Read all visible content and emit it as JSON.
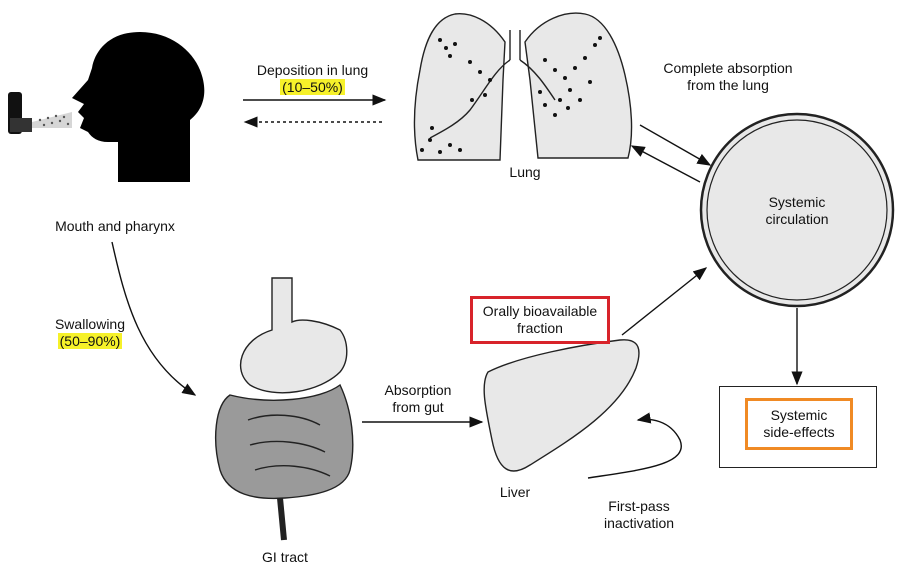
{
  "labels": {
    "mouth": "Mouth and pharynx",
    "deposition": "Deposition in lung",
    "deposition_pct": "(10–50%)",
    "lung": "Lung",
    "complete_absorption_1": "Complete absorption",
    "complete_absorption_2": "from the lung",
    "systemic_circulation_1": "Systemic",
    "systemic_circulation_2": "circulation",
    "swallowing": "Swallowing",
    "swallowing_pct": "(50–90%)",
    "oral_fraction_1": "Orally bioavailable",
    "oral_fraction_2": "fraction",
    "absorption_gut_1": "Absorption",
    "absorption_gut_2": "from gut",
    "liver": "Liver",
    "first_pass_1": "First-pass",
    "first_pass_2": "inactivation",
    "side_effects_1": "Systemic",
    "side_effects_2": "side-effects",
    "gi_tract": "GI tract"
  },
  "colors": {
    "highlight": "#f6f12a",
    "red_box": "#d8232a",
    "orange_box": "#f08a24",
    "organ_fill": "#e8e8e8",
    "gut_fill": "#9a9a9a"
  }
}
